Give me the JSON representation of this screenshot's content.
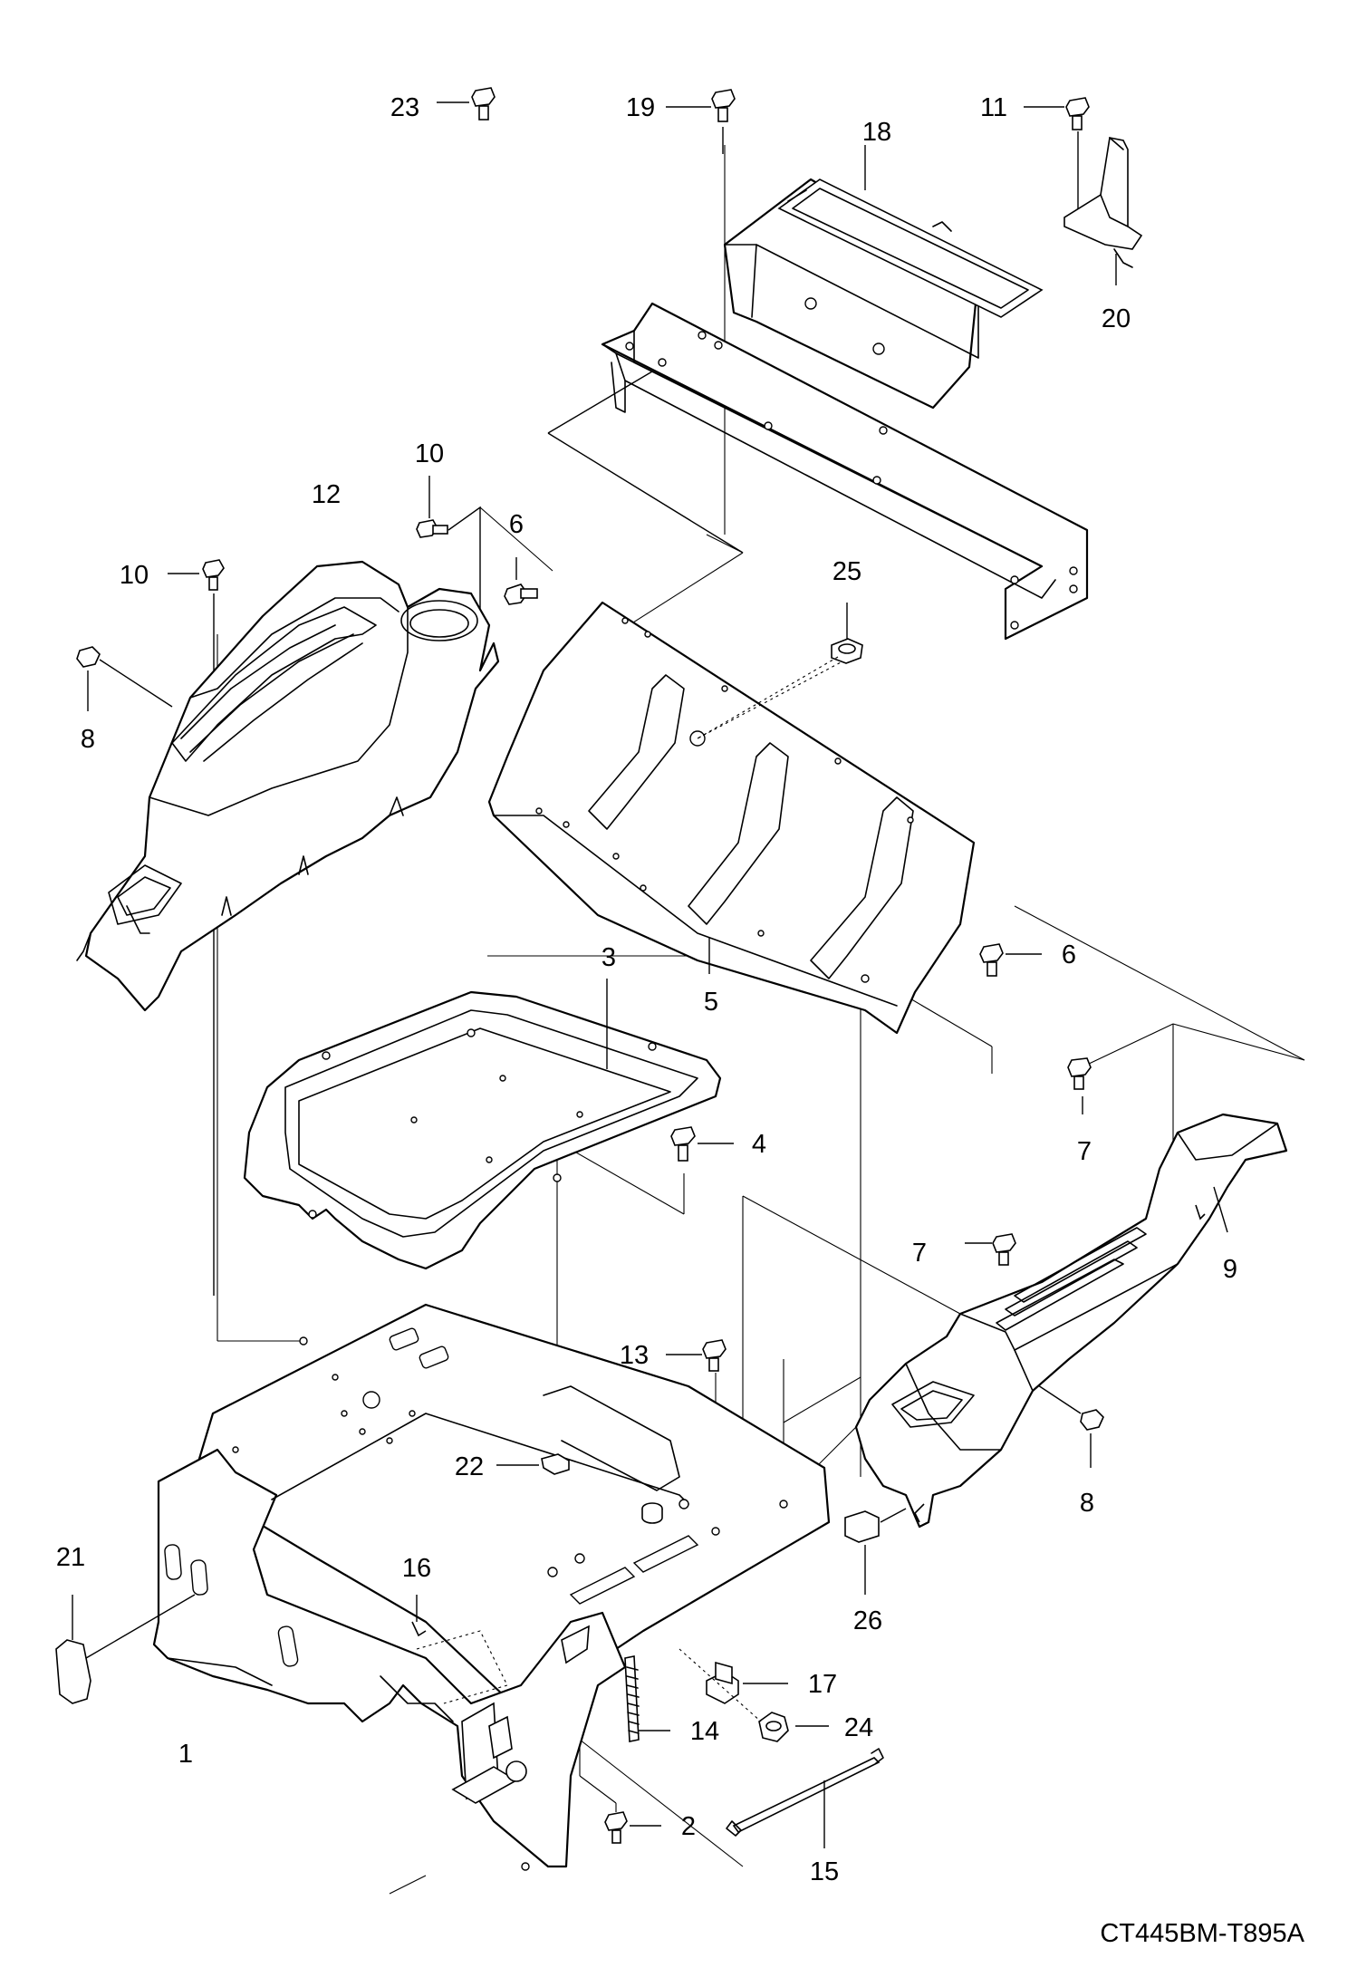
{
  "drawing_code": "CT445BM-T895A",
  "callouts": [
    {
      "id": "c1",
      "text": "1"
    },
    {
      "id": "c2",
      "text": "2"
    },
    {
      "id": "c3",
      "text": "3"
    },
    {
      "id": "c4",
      "text": "4"
    },
    {
      "id": "c5",
      "text": "5"
    },
    {
      "id": "c6a",
      "text": "6"
    },
    {
      "id": "c6b",
      "text": "6"
    },
    {
      "id": "c7a",
      "text": "7"
    },
    {
      "id": "c7b",
      "text": "7"
    },
    {
      "id": "c8a",
      "text": "8"
    },
    {
      "id": "c8b",
      "text": "8"
    },
    {
      "id": "c9",
      "text": "9"
    },
    {
      "id": "c10a",
      "text": "10"
    },
    {
      "id": "c10b",
      "text": "10"
    },
    {
      "id": "c11",
      "text": "11"
    },
    {
      "id": "c12",
      "text": "12"
    },
    {
      "id": "c13",
      "text": "13"
    },
    {
      "id": "c14",
      "text": "14"
    },
    {
      "id": "c15",
      "text": "15"
    },
    {
      "id": "c16",
      "text": "16"
    },
    {
      "id": "c17",
      "text": "17"
    },
    {
      "id": "c18",
      "text": "18"
    },
    {
      "id": "c19",
      "text": "19"
    },
    {
      "id": "c20",
      "text": "20"
    },
    {
      "id": "c21",
      "text": "21"
    },
    {
      "id": "c22",
      "text": "22"
    },
    {
      "id": "c23",
      "text": "23"
    },
    {
      "id": "c24",
      "text": "24"
    },
    {
      "id": "c25",
      "text": "25"
    },
    {
      "id": "c26",
      "text": "26"
    }
  ]
}
